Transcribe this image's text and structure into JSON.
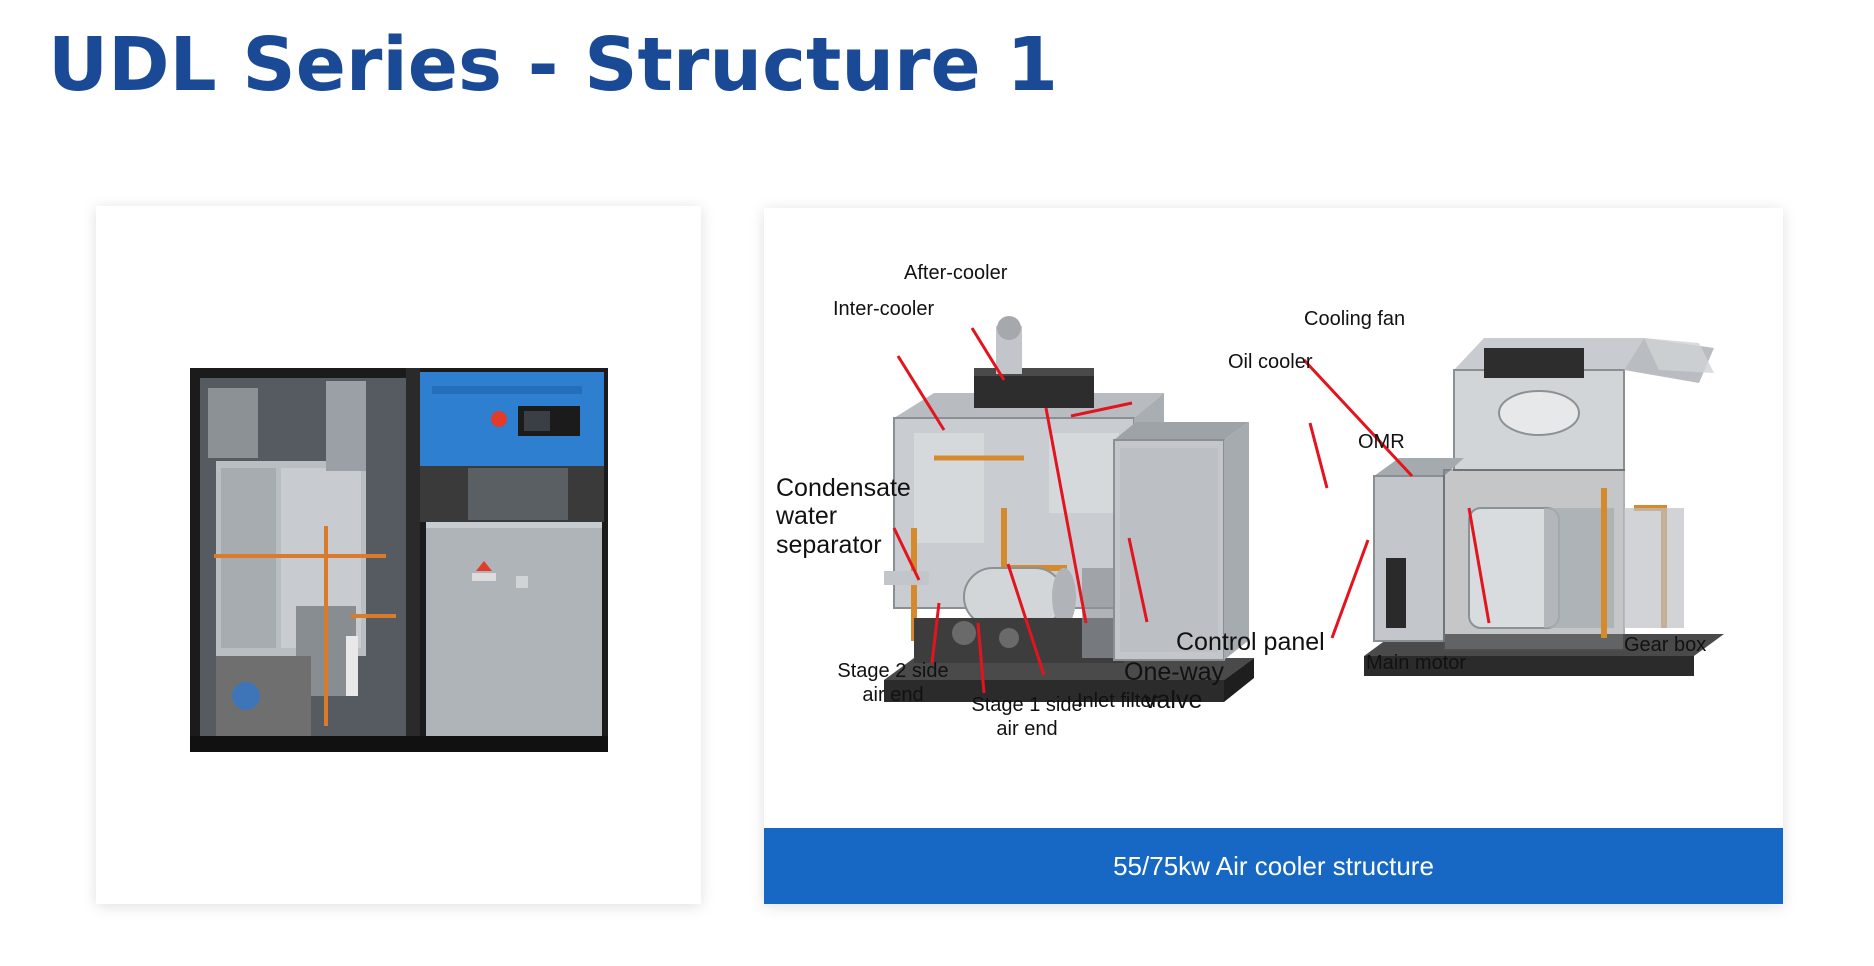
{
  "page": {
    "title": "UDL Series - Structure 1"
  },
  "diagram": {
    "caption": "55/75kw Air cooler structure",
    "labels": {
      "after_cooler": "After-cooler",
      "inter_cooler": "Inter-cooler",
      "oil_cooler": "Oil cooler",
      "condensate_1": "Condensate",
      "condensate_2": "water",
      "condensate_3": "separator",
      "control_panel": "Control panel",
      "one_way_1": "One-way",
      "one_way_2": "valve",
      "inlet_filter": "Inlet filter",
      "stage2_1": "Stage 2 side",
      "stage2_2": "air end",
      "stage1_1": "Stage 1 side",
      "stage1_2": "air end",
      "cooling_fan": "Cooling fan",
      "omr": "OMR",
      "main_motor": "Main motor",
      "gear_box": "Gear box"
    }
  },
  "colors": {
    "title": "#1a4a96",
    "caption_bg": "#1668c4",
    "leader_line": "#e3141e",
    "cabinet_blue": "#2f7fd0"
  }
}
